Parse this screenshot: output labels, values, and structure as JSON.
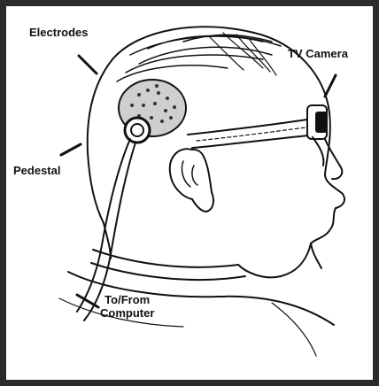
{
  "labels": {
    "electrodes": "Electrodes",
    "tv_camera": "TV Camera",
    "pedestal": "Pedestal",
    "to_from_line1": "To/From",
    "to_from_line2": "Computer"
  },
  "colors": {
    "ink": "#111111",
    "frame": "#2b2b2b",
    "paper": "#ffffff"
  }
}
